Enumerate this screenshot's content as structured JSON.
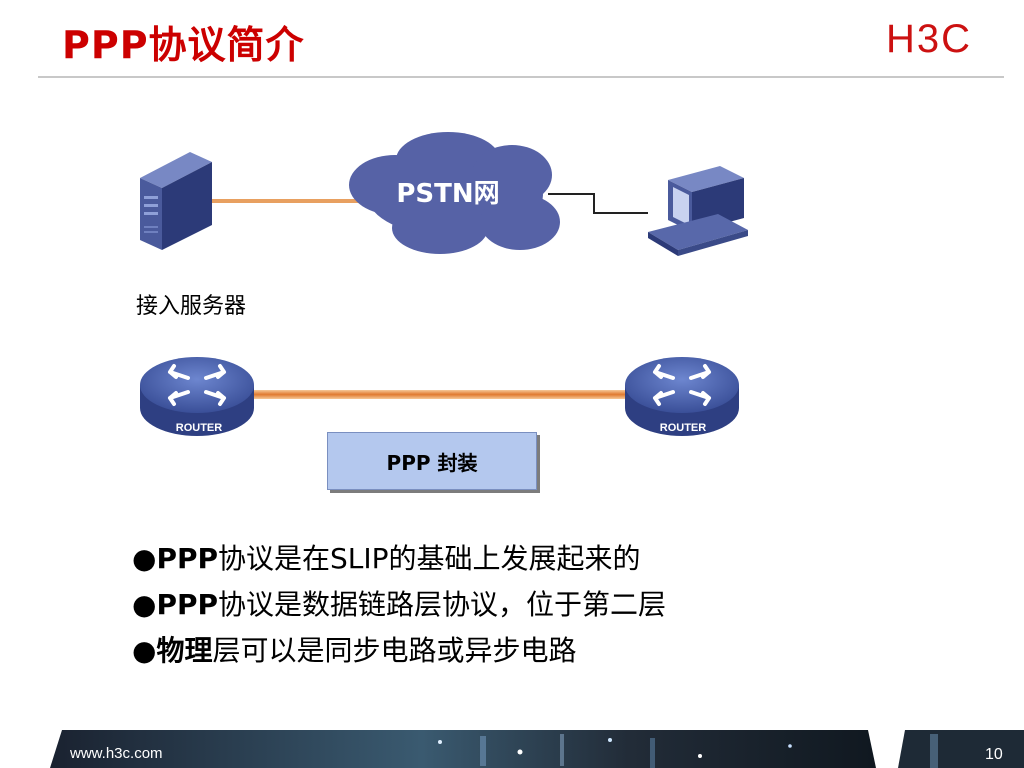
{
  "slide": {
    "title": "PPP协议简介",
    "logo_text": "H3C",
    "footer_url": "www.h3c.com",
    "page_number": "10"
  },
  "diagram": {
    "cloud_label": "PSTN网",
    "server_label": "接入服务器",
    "router_left_label": "ROUTER",
    "router_right_label": "ROUTER",
    "encapsulation_label": "PPP 封装"
  },
  "bullets": [
    {
      "bold": "PPP",
      "text": "协议是在SLIP的基础上发展起来的"
    },
    {
      "bold": "PPP",
      "text": "协议是数据链路层协议，位于第二层"
    },
    {
      "bold": "物理",
      "text": "层可以是同步电路或异步电路"
    }
  ],
  "colors": {
    "title": "#cc0000",
    "logo": "#cc1111",
    "link_line": "#e8a060",
    "cloud": "#5662a6",
    "router": "#3f55a0",
    "encap_box": "#b4c8ee"
  }
}
